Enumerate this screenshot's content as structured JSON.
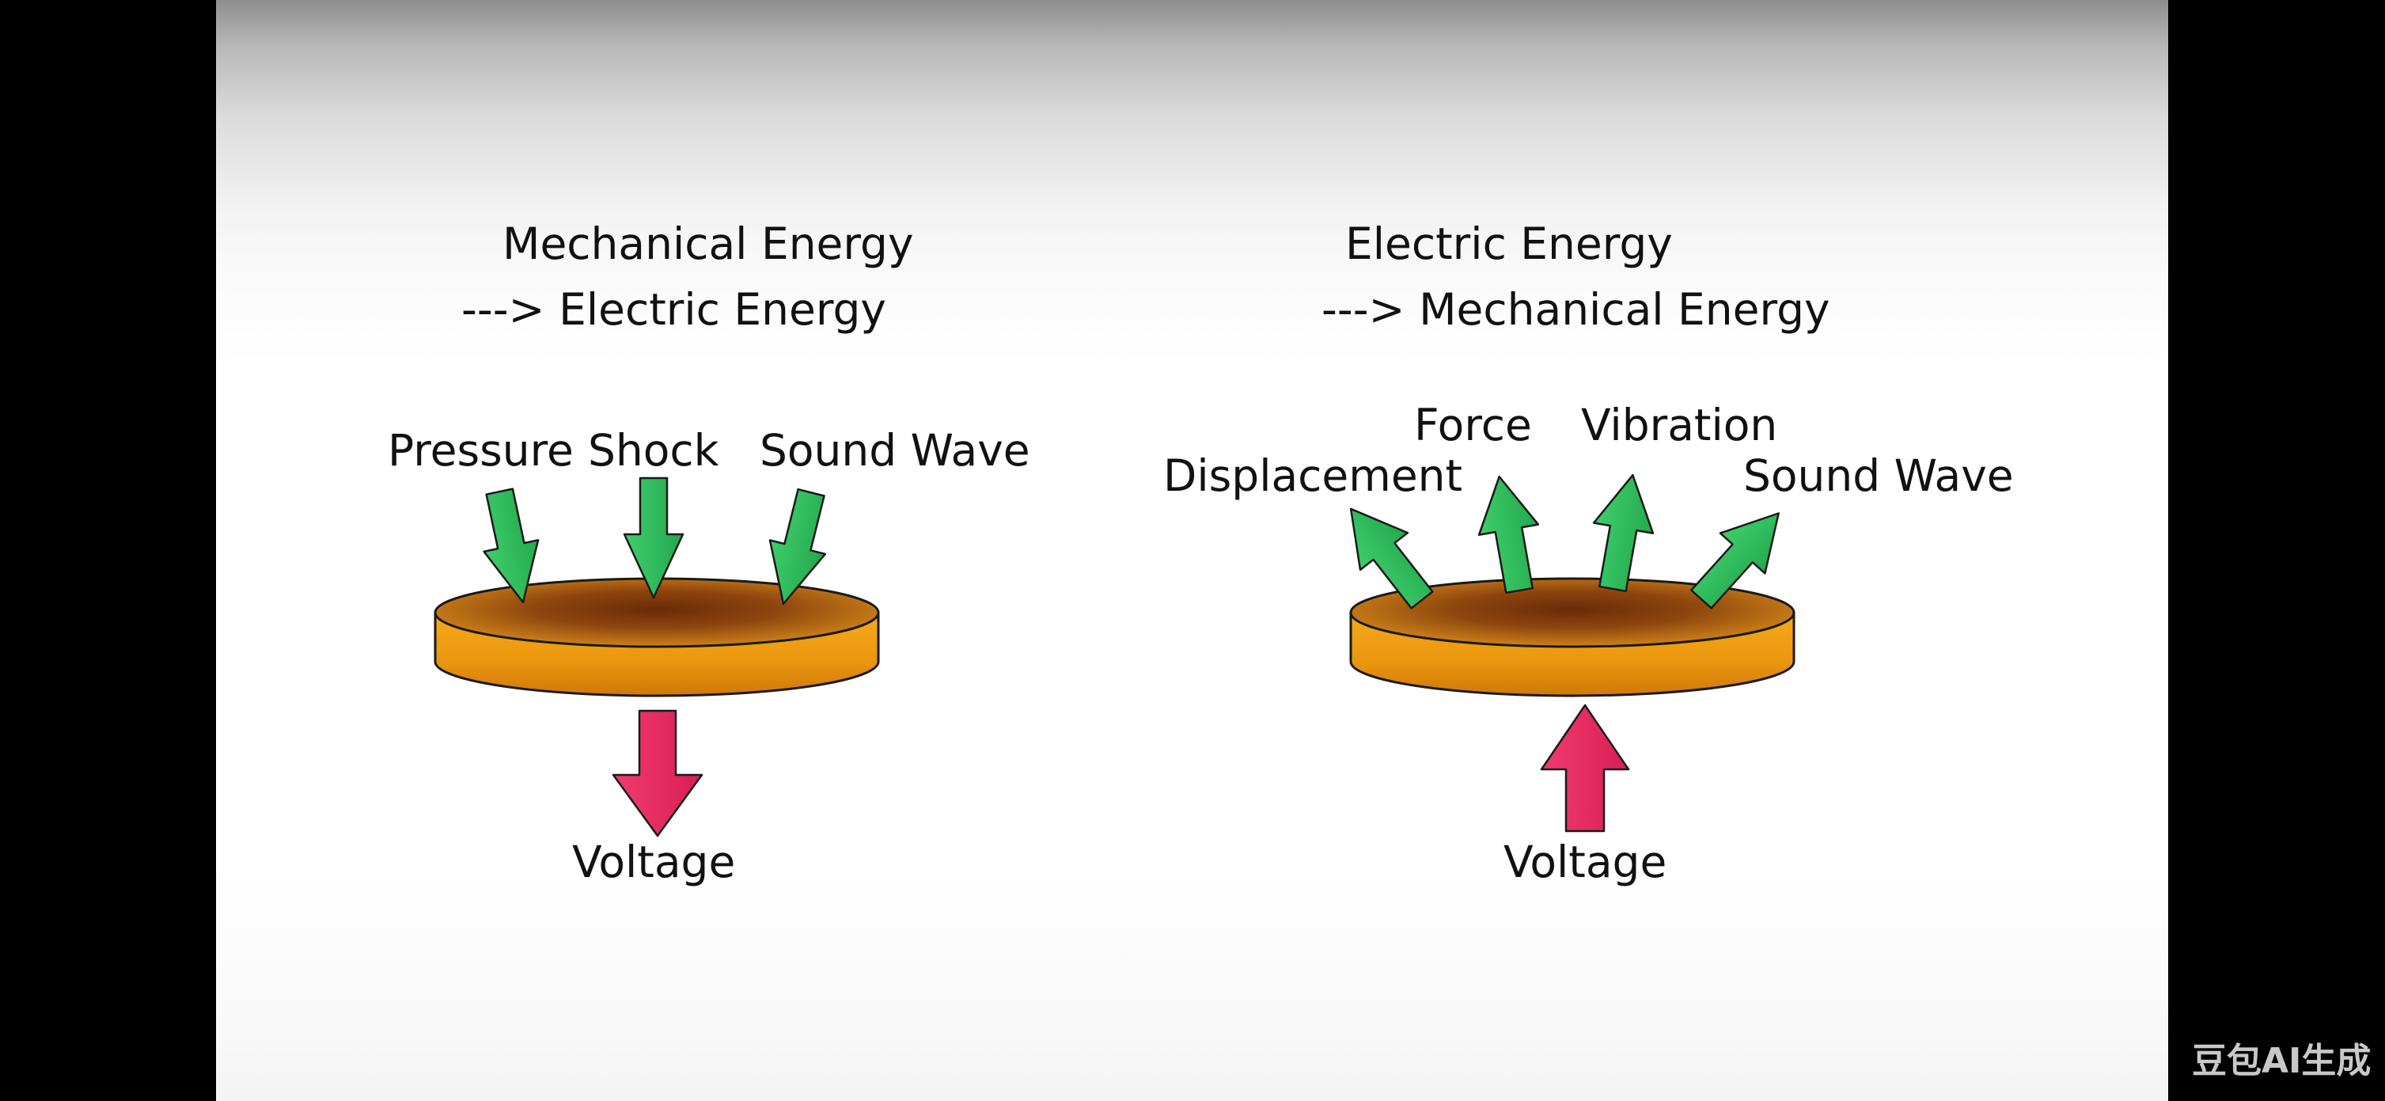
{
  "left": {
    "title_line1": "Mechanical Energy",
    "title_line2": "---> Electric Energy",
    "inputs": [
      "Pressure",
      "Shock",
      "Sound Wave"
    ],
    "output": "Voltage"
  },
  "right": {
    "title_line1": "Electric Energy",
    "title_line2": "---> Mechanical Energy",
    "outputs": [
      "Displacement",
      "Force",
      "Vibration",
      "Sound Wave"
    ],
    "input": "Voltage"
  },
  "watermark": "豆包AI生成",
  "colors": {
    "disc_top_light": "#c07818",
    "disc_top_dark": "#6a2a08",
    "disc_side_light": "#f5a416",
    "disc_side_dark": "#d57d0a",
    "mechanical_arrow": "#2ab85a",
    "electric_arrow": "#e62a62"
  },
  "icons": [
    "green-down-arrow-icon",
    "green-up-arrow-icon",
    "pink-down-arrow-icon",
    "pink-up-arrow-icon"
  ]
}
